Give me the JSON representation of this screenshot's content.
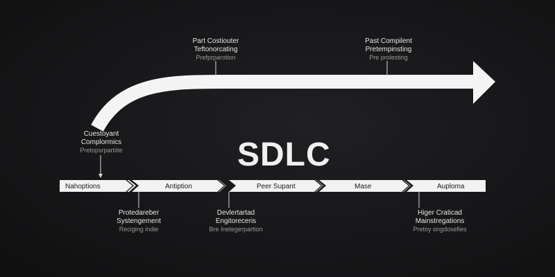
{
  "title": "SDLC",
  "stages": [
    {
      "label": "Nahoptions"
    },
    {
      "label": "Antiption"
    },
    {
      "label": "Peer Supant"
    },
    {
      "label": "Mase"
    },
    {
      "label": "Auploma"
    }
  ],
  "callouts_top": [
    {
      "line1": "Cuestoyant",
      "line2": "Complormics",
      "line3": "Pretopsrpartiite"
    },
    {
      "line1": "Part Costiouter",
      "line2": "Teftonorcating",
      "line3": "Prefprparotion"
    },
    {
      "line1": "Past Compilent",
      "line2": "Pretempinsting",
      "line3": "Pre prolesting"
    }
  ],
  "callouts_bottom": [
    {
      "line1": "Protedareber",
      "line2": "Systengement",
      "line3": "Reciging indie"
    },
    {
      "line1": "Devlertartad",
      "line2": "Engitoreceris",
      "line3": "Bre Inetegerpartion"
    },
    {
      "line1": "Higer Craticad",
      "line2": "Mainstregations",
      "line3": "Pretoy ongdosefies"
    }
  ]
}
